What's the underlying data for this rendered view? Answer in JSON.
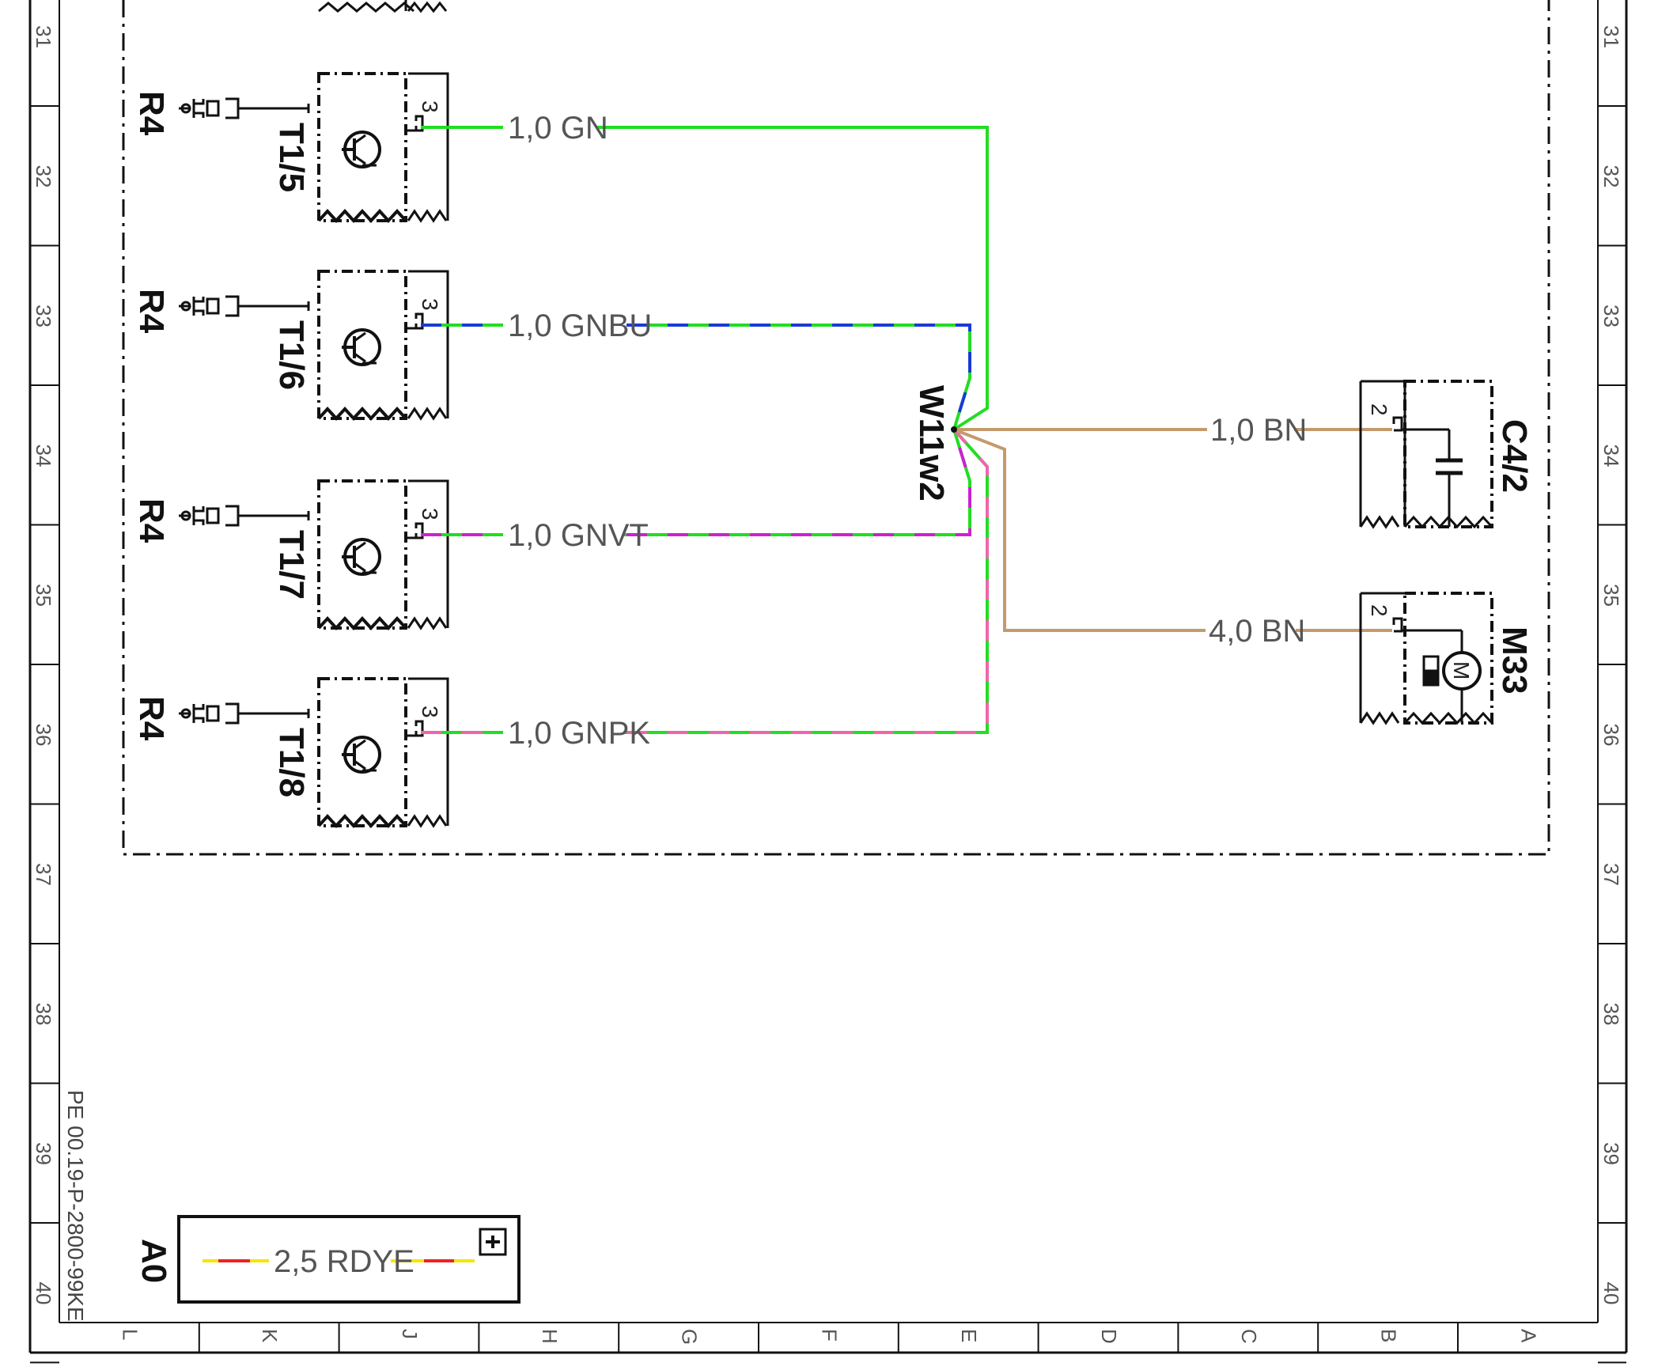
{
  "document_id": "PE 00.19-P-2800-99KE",
  "row_numbers": [
    "31",
    "32",
    "33",
    "34",
    "35",
    "36",
    "37",
    "38",
    "39",
    "40"
  ],
  "column_letters": [
    "L",
    "K",
    "J",
    "H",
    "G",
    "F",
    "E",
    "D",
    "C",
    "B",
    "A"
  ],
  "components": {
    "resistor": "R4",
    "transistors": [
      "T1/5",
      "T1/6",
      "T1/7",
      "T1/8"
    ],
    "capacitor": "C4/2",
    "motor": "M33",
    "motor_symbol": "M",
    "splice": "W11w2",
    "legend_ref": "A0"
  },
  "pins": {
    "transistor_pin": "3",
    "capacitor_pin": "2",
    "motor_pin": "2"
  },
  "wires": [
    {
      "label": "1,0 GN",
      "color_primary": "#22dd22",
      "color_secondary": "#22dd22"
    },
    {
      "label": "1,0 GNBU",
      "color_primary": "#22dd22",
      "color_secondary": "#1a3ad6"
    },
    {
      "label": "1,0 GNVT",
      "color_primary": "#22dd22",
      "color_secondary": "#cc22cc"
    },
    {
      "label": "1,0 GNPK",
      "color_primary": "#22dd22",
      "color_secondary": "#ee66aa"
    },
    {
      "label": "1,0 BN",
      "color_primary": "#c49a6c",
      "color_secondary": "#c49a6c"
    },
    {
      "label": "4,0 BN",
      "color_primary": "#c49a6c",
      "color_secondary": "#c49a6c"
    }
  ],
  "legend": {
    "label": "2,5 RDYE",
    "color_primary": "#ee2222",
    "color_secondary": "#f5e600"
  }
}
